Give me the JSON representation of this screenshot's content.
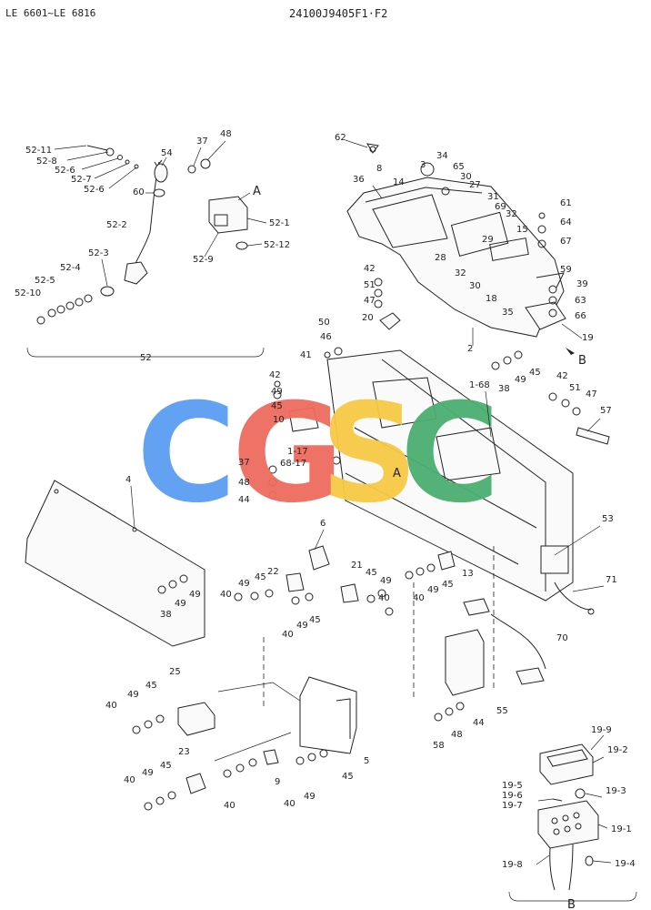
{
  "header": {
    "model_range": "LE 6601~LE 6816",
    "drawing_code": "24100J9405F1·F2"
  },
  "watermark": {
    "letters": [
      "C",
      "G",
      "S",
      "C"
    ],
    "colors": [
      "#5b9cf2",
      "#ef6b5e",
      "#f6c945",
      "#4cae72"
    ]
  },
  "callouts": {
    "c52_11": "52-11",
    "c52_8": "52-8",
    "c52_6a": "52-6",
    "c52_7": "52-7",
    "c52_6b": "52-6",
    "c54": "54",
    "c37a": "37",
    "c48a": "48",
    "cA1": "A",
    "c60": "60",
    "c52_1": "52-1",
    "c52_2": "52-2",
    "c52_12": "52-12",
    "c52_9": "52-9",
    "c52_3": "52-3",
    "c52_4": "52-4",
    "c52_5": "52-5",
    "c52_10": "52-10",
    "c52": "52",
    "c62": "62",
    "c34": "34",
    "c3": "3",
    "c65": "65",
    "c8": "8",
    "c36": "36",
    "c30a": "30",
    "c14": "14",
    "c27": "27",
    "c31": "31",
    "c32a": "32",
    "c69": "69",
    "c61": "61",
    "c64": "64",
    "c15": "15",
    "c67": "67",
    "c29": "29",
    "c28": "28",
    "c32b": "32",
    "c30b": "30",
    "c59": "59",
    "c39": "39",
    "c18": "18",
    "c63": "63",
    "c35": "35",
    "c66": "66",
    "c19": "19",
    "c42a": "42",
    "c51a": "51",
    "c47a": "47",
    "c50": "50",
    "c20": "20",
    "c41": "41",
    "c46": "46",
    "c2": "2",
    "cB1": "B",
    "c45a": "45",
    "c49a": "49",
    "c38a": "38",
    "c42b": "42",
    "c51b": "51",
    "c47b": "47",
    "c42c": "42",
    "c49b": "49",
    "c45b": "45",
    "c1_68": "1-68",
    "c10": "10",
    "c57": "57",
    "c1_17": "1-17",
    "c37b": "37",
    "c68_17": "68-17",
    "cA2": "A",
    "c48b": "48",
    "c44a": "44",
    "c4": "4",
    "c6": "6",
    "c53": "53",
    "c22": "22",
    "c21": "21",
    "c45c": "45",
    "c49c": "49",
    "c45d": "45",
    "c13": "13",
    "c45e": "45",
    "c49d": "49",
    "c40a": "40",
    "c45f": "45",
    "c49e": "49",
    "c40b": "40",
    "c49f": "49",
    "c71": "71",
    "c38b": "38",
    "c40c": "40",
    "c49g": "49",
    "c40d": "40",
    "c49h": "49",
    "c70": "70",
    "c25": "25",
    "c45g": "45",
    "c49i": "49",
    "c40e": "40",
    "c55": "55",
    "c44b": "44",
    "c48c": "48",
    "c58": "58",
    "c5": "5",
    "c23": "23",
    "c45h": "45",
    "c49j": "49",
    "c9": "9",
    "c45i": "45",
    "c49k": "49",
    "c40f": "40",
    "c40g": "40",
    "c40h": "40",
    "c19_9": "19-9",
    "c19_2": "19-2",
    "c19_5": "19-5",
    "c19_6": "19-6",
    "c19_7": "19-7",
    "c19_3": "19-3",
    "c19_1": "19-1",
    "c19_8": "19-8",
    "c19_4": "19-4",
    "cB2": "B"
  }
}
